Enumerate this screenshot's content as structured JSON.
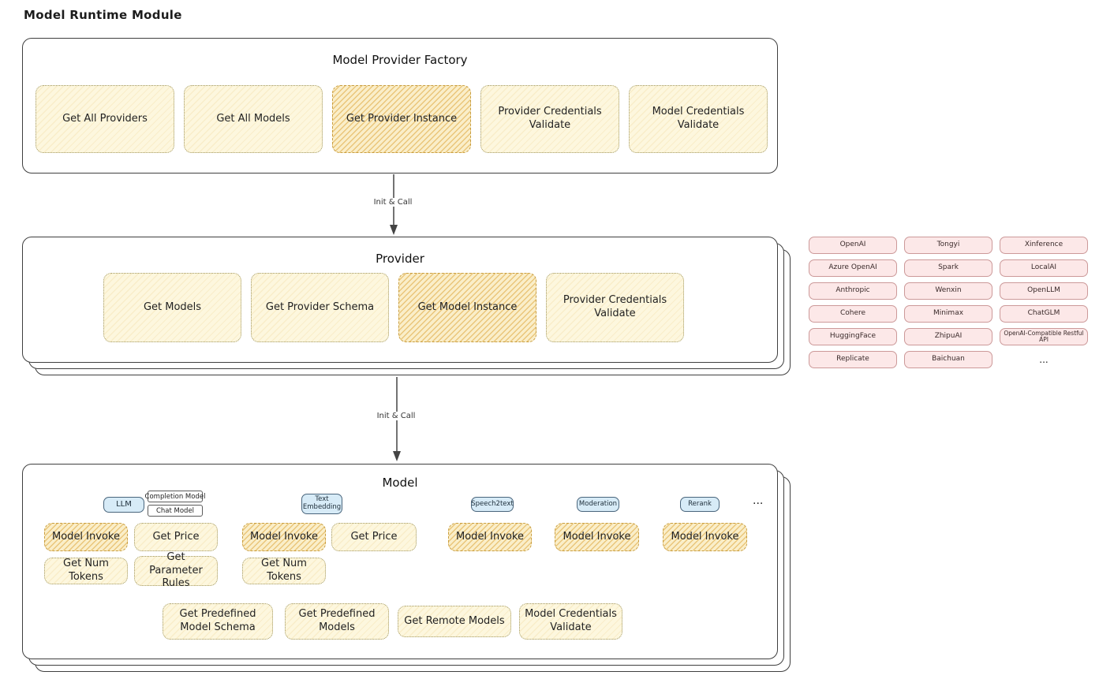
{
  "page_title": "Model Runtime Module",
  "colors": {
    "box_border": "#3f3f3f",
    "yellow_chip_bg": "#fdf7de",
    "hatched_chip_bg": "#faeec9",
    "hatch_stroke": "#d89c2c",
    "pink_chip_bg": "#fce8e8",
    "pink_chip_border": "#cc9999",
    "blue_tab_bg": "#d7ebf7",
    "blue_tab_border": "#49657c"
  },
  "factory": {
    "title": "Model Provider Factory",
    "items": [
      "Get All Providers",
      "Get All Models",
      "Get Provider Instance",
      "Provider Credentials Validate",
      "Model Credentials Validate"
    ]
  },
  "arrows": {
    "factory_to_provider": "Init & Call",
    "provider_to_model": "Init & Call"
  },
  "provider": {
    "title": "Provider",
    "items": [
      "Get Models",
      "Get Provider Schema",
      "Get Model Instance",
      "Provider Credentials Validate"
    ]
  },
  "provider_catalog": {
    "col1": [
      "OpenAI",
      "Azure OpenAI",
      "Anthropic",
      "Cohere",
      "HuggingFace",
      "Replicate"
    ],
    "col2": [
      "Tongyi",
      "Spark",
      "Wenxin",
      "Minimax",
      "ZhipuAI",
      "Baichuan"
    ],
    "col3": [
      "Xinference",
      "LocalAI",
      "OpenLLM",
      "ChatGLM",
      "OpenAI-Compatible Restful API"
    ],
    "more": "..."
  },
  "model": {
    "title": "Model",
    "tabs": {
      "llm": "LLM",
      "completion_model": "Completion Model",
      "chat_model": "Chat Model",
      "text_embedding": "Text Embedding",
      "speech2text": "Speech2text",
      "moderation": "Moderation",
      "rerank": "Rerank",
      "more": "..."
    },
    "llm": {
      "invoke": "Model Invoke",
      "get_price": "Get Price",
      "get_num_tokens": "Get Num Tokens",
      "get_parameter_rules": "Get Parameter Rules"
    },
    "text_embedding": {
      "invoke": "Model Invoke",
      "get_price": "Get Price",
      "get_num_tokens": "Get Num Tokens"
    },
    "speech2text": {
      "invoke": "Model Invoke"
    },
    "moderation": {
      "invoke": "Model Invoke"
    },
    "rerank": {
      "invoke": "Model Invoke"
    },
    "common": [
      "Get Predefined Model Schema",
      "Get Predefined Models",
      "Get Remote Models",
      "Model Credentials Validate"
    ]
  }
}
